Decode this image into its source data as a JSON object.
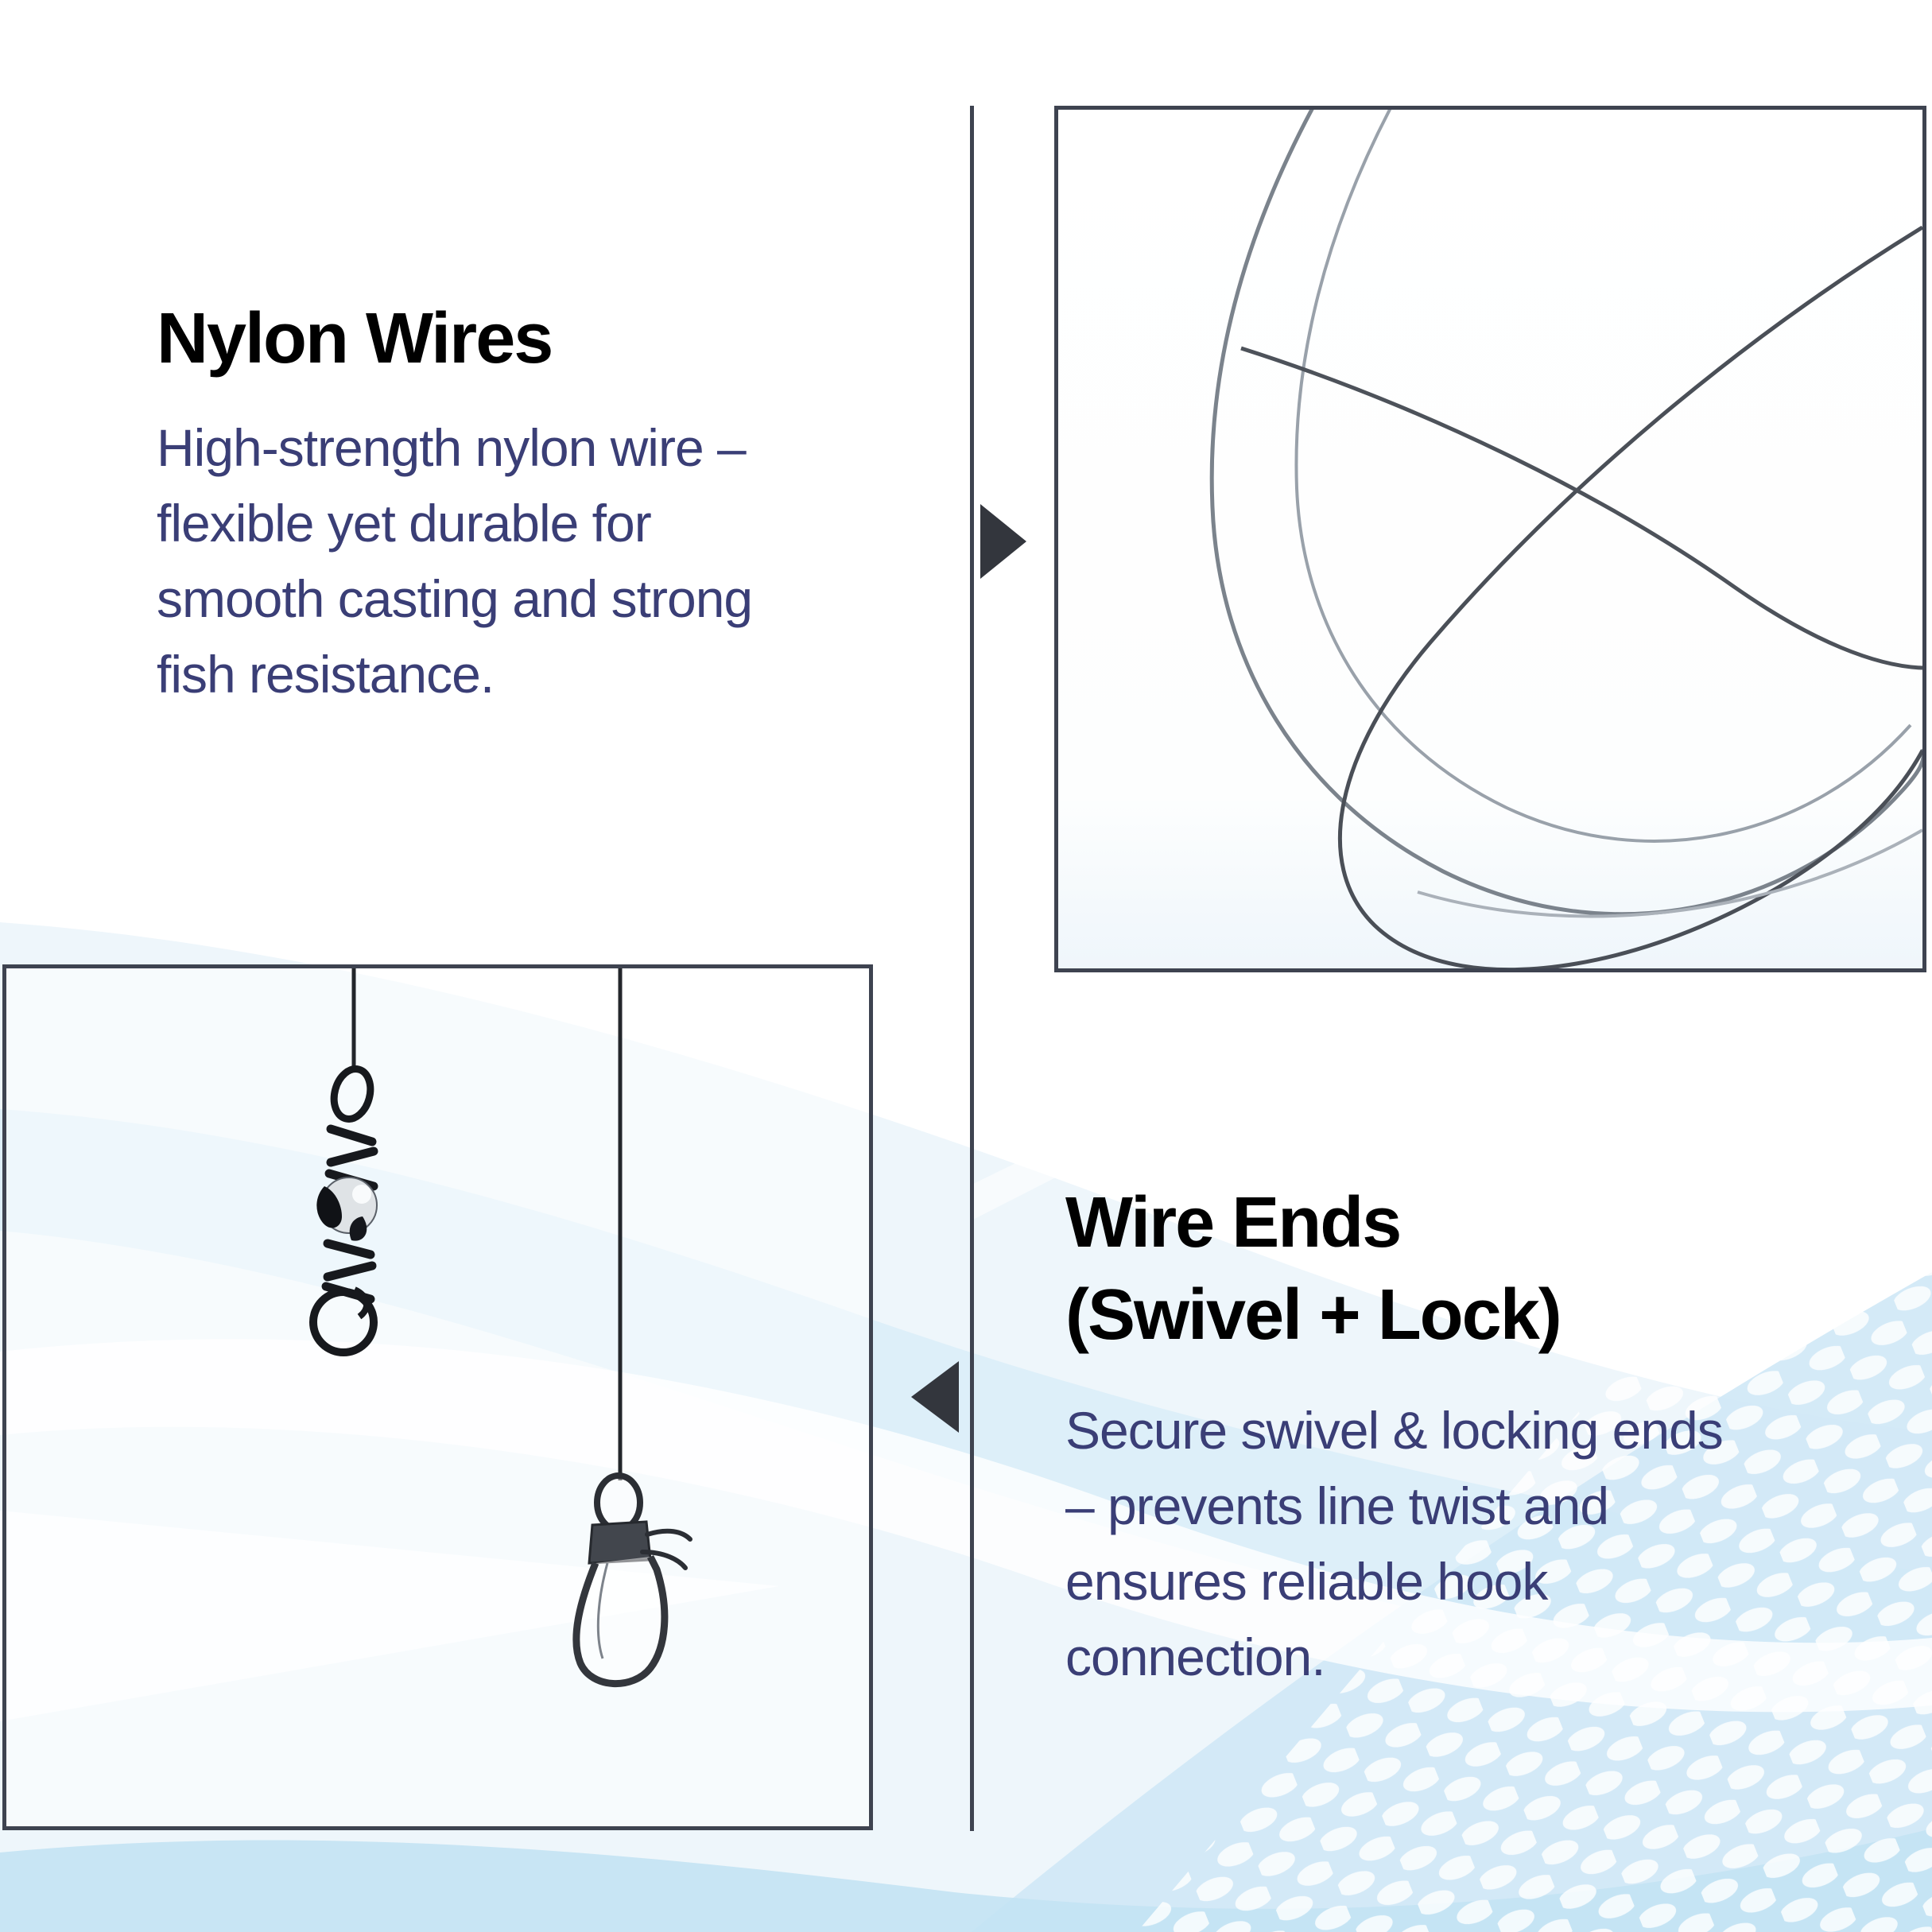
{
  "nylon_section": {
    "title": "Nylon Wires",
    "body_lines": [
      "High-strength nylon wire –",
      "flexible yet durable for",
      "smooth casting and strong",
      "fish resistance."
    ]
  },
  "wire_ends_section": {
    "title_lines": [
      "Wire Ends",
      "(Swivel + Lock)"
    ],
    "body_lines": [
      "Secure swivel & locking ends",
      "– prevents line twist and",
      "ensures reliable hook",
      "connection."
    ]
  },
  "figures": {
    "nylon_wire_photo": {
      "icon": "wire-coil-image"
    },
    "swivel_lock_photo": {
      "icon": "swivel-and-snap-lock-image"
    }
  },
  "colors": {
    "heading_text": "#000000",
    "body_text": "#3a3e76",
    "frame_border": "#3e4350",
    "divider": "#3e4350",
    "arrow": "#33363d",
    "background": "#ffffff",
    "wave_pale": "#eef6fb",
    "wave_light": "#d9edf8",
    "wave_deep": "#c3e3f3",
    "halftone_dot": "#ffffff",
    "wire_dark": "#4a4f57",
    "wire_silver": "#99a1aa"
  }
}
